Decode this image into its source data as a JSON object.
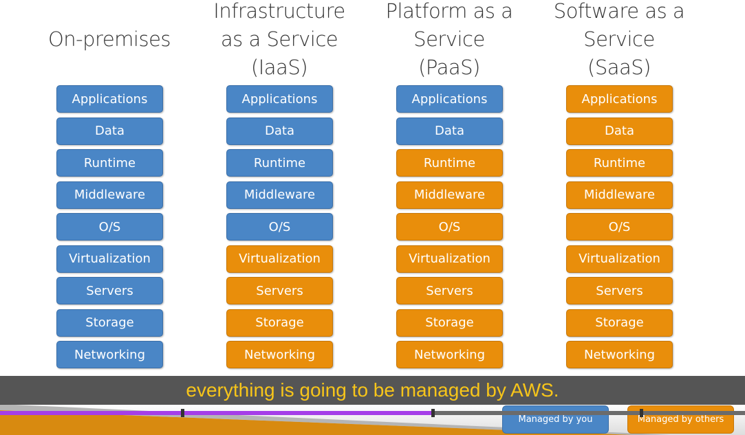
{
  "columns": [
    {
      "heading": [
        "",
        "On-premises",
        ""
      ],
      "items": [
        [
          "Applications",
          "you"
        ],
        [
          "Data",
          "you"
        ],
        [
          "Runtime",
          "you"
        ],
        [
          "Middleware",
          "you"
        ],
        [
          "O/S",
          "you"
        ],
        [
          "Virtualization",
          "you"
        ],
        [
          "Servers",
          "you"
        ],
        [
          "Storage",
          "you"
        ],
        [
          "Networking",
          "you"
        ]
      ]
    },
    {
      "heading": [
        "Infrastructure",
        "as a Service",
        "(IaaS)"
      ],
      "items": [
        [
          "Applications",
          "you"
        ],
        [
          "Data",
          "you"
        ],
        [
          "Runtime",
          "you"
        ],
        [
          "Middleware",
          "you"
        ],
        [
          "O/S",
          "you"
        ],
        [
          "Virtualization",
          "oth"
        ],
        [
          "Servers",
          "oth"
        ],
        [
          "Storage",
          "oth"
        ],
        [
          "Networking",
          "oth"
        ]
      ]
    },
    {
      "heading": [
        "Platform as a",
        "Service",
        "(PaaS)"
      ],
      "items": [
        [
          "Applications",
          "you"
        ],
        [
          "Data",
          "you"
        ],
        [
          "Runtime",
          "oth"
        ],
        [
          "Middleware",
          "oth"
        ],
        [
          "O/S",
          "oth"
        ],
        [
          "Virtualization",
          "oth"
        ],
        [
          "Servers",
          "oth"
        ],
        [
          "Storage",
          "oth"
        ],
        [
          "Networking",
          "oth"
        ]
      ]
    },
    {
      "heading": [
        "Software as a",
        "Service",
        "(SaaS)"
      ],
      "items": [
        [
          "Applications",
          "oth"
        ],
        [
          "Data",
          "oth"
        ],
        [
          "Runtime",
          "oth"
        ],
        [
          "Middleware",
          "oth"
        ],
        [
          "O/S",
          "oth"
        ],
        [
          "Virtualization",
          "oth"
        ],
        [
          "Servers",
          "oth"
        ],
        [
          "Storage",
          "oth"
        ],
        [
          "Networking",
          "oth"
        ]
      ]
    }
  ],
  "legend": {
    "you": "Managed by you",
    "others": "Managed by others"
  },
  "colors": {
    "managed_by_you": "#4a86c6",
    "managed_by_others": "#e98e0b",
    "progress": "#a53ee8",
    "subtitle": "#f7c51a"
  },
  "subtitle": "everything is going to be managed by AWS.",
  "player": {
    "progress_percent": 58.4
  }
}
